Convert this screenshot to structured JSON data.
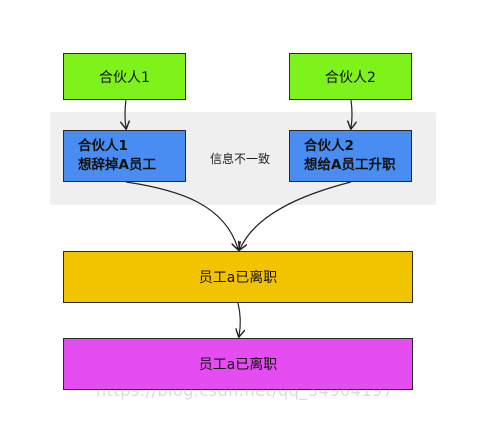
{
  "nodes": {
    "partner1": "合伙人1",
    "partner2": "合伙人2",
    "decision1": {
      "line1": "合伙人1",
      "line2": "想辞掉A员工"
    },
    "decision2": {
      "line1": "合伙人2",
      "line2": "想给A员工升职"
    },
    "result1": "员工a已离职",
    "result2": "员工a已离职"
  },
  "conflict_label": "信息不一致",
  "watermark": "https://blog.csdn.net/qq_34964197",
  "colors": {
    "partner_fill": "#7df21b",
    "decision_fill": "#4a8df2",
    "result1_fill": "#f2c400",
    "result2_fill": "#e54cf2",
    "band_fill": "#efefef"
  }
}
